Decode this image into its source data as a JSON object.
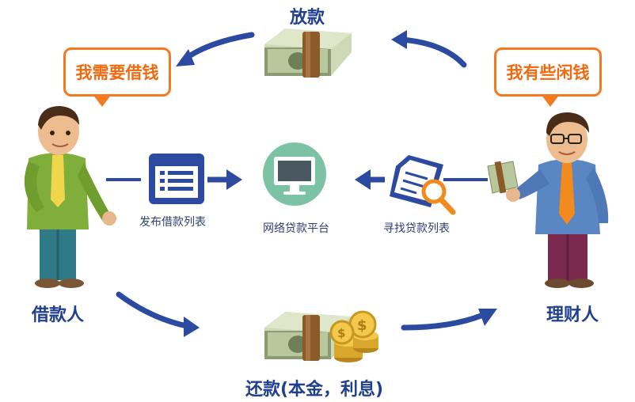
{
  "labels": {
    "top_money": "放款",
    "bottom_money": "还款(本金，利息)",
    "borrower": "借款人",
    "investor": "理财人",
    "borrower_bubble": "我需要借钱",
    "investor_bubble": "我有些闲钱",
    "publish_list": "发布借款列表",
    "platform": "网络贷款平台",
    "find_list": "寻找贷款列表"
  },
  "icons": {
    "list": "list-document-icon",
    "platform": "monitor-icon",
    "search": "search-document-icon",
    "money": "cash-stack-icon",
    "coins": "gold-coins-icon"
  },
  "colors": {
    "arrow": "#2b4aa0",
    "bubble_border": "#f47a1f",
    "bubble_text": "#f26a10",
    "label_blue": "#1f3f8f",
    "platform_circle": "#7cc2a4"
  }
}
